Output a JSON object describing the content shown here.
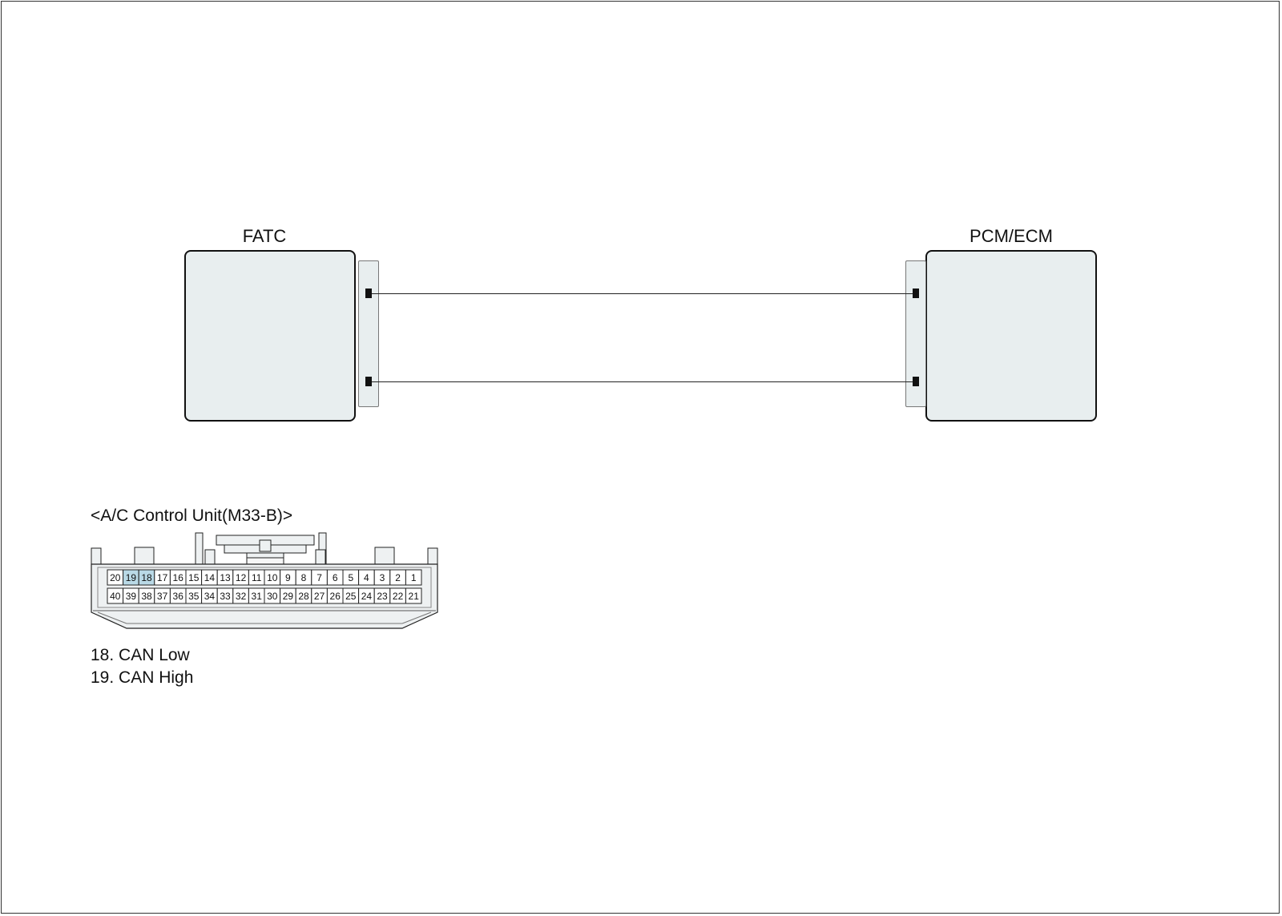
{
  "modules": {
    "left": {
      "label": "FATC"
    },
    "right": {
      "label": "PCM/ECM"
    }
  },
  "connector": {
    "title": "<A/C Control Unit(M33-B)>",
    "top_row": [
      "20",
      "19",
      "18",
      "17",
      "16",
      "15",
      "14",
      "13",
      "12",
      "11",
      "10",
      "9",
      "8",
      "7",
      "6",
      "5",
      "4",
      "3",
      "2",
      "1"
    ],
    "bottom_row": [
      "40",
      "39",
      "38",
      "37",
      "36",
      "35",
      "34",
      "33",
      "32",
      "31",
      "30",
      "29",
      "28",
      "27",
      "26",
      "25",
      "24",
      "23",
      "22",
      "21"
    ],
    "highlighted": [
      "19",
      "18"
    ],
    "highlight_color": "#b9d9e6",
    "body_color": "#eef1f2"
  },
  "legend": [
    {
      "text": "18. CAN Low"
    },
    {
      "text": "19. CAN High"
    }
  ]
}
